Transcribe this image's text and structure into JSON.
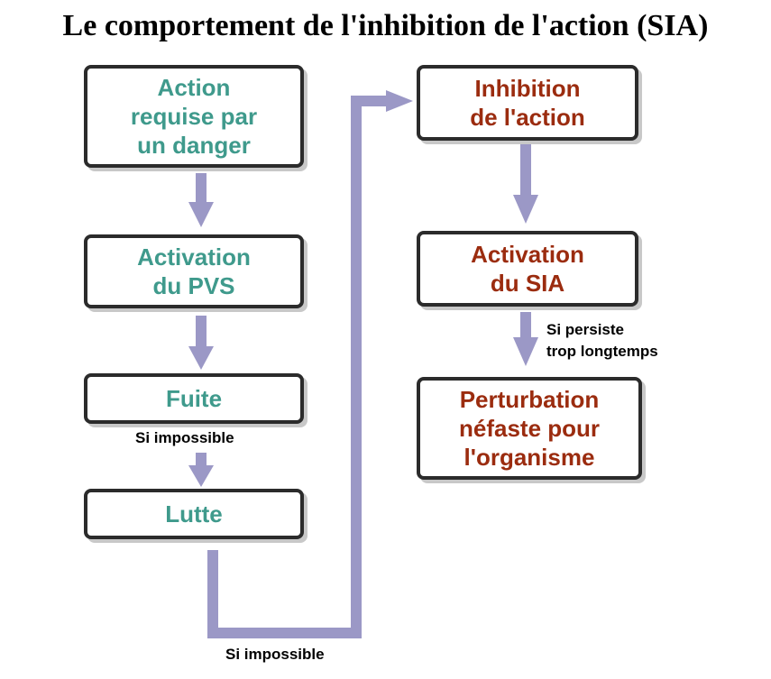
{
  "title": "Le comportement de l'inhibition de l'action (SIA)",
  "colors": {
    "box_border": "#2b2b2b",
    "left_text": "#3f9a8c",
    "right_text": "#9b2c0f",
    "arrow": "#9b98c6"
  },
  "left_column": {
    "action": "Action\nrequise par\nun danger",
    "pvs": "Activation\ndu PVS",
    "fuite": "Fuite",
    "si_impossible_1": "Si impossible",
    "lutte": "Lutte",
    "si_impossible_2": "Si impossible"
  },
  "right_column": {
    "inhibition": "Inhibition\nde l'action",
    "sia": "Activation\ndu SIA",
    "si_persiste": "Si persiste\ntrop longtemps",
    "perturbation": "Perturbation\nnéfaste pour\nl'organisme"
  }
}
